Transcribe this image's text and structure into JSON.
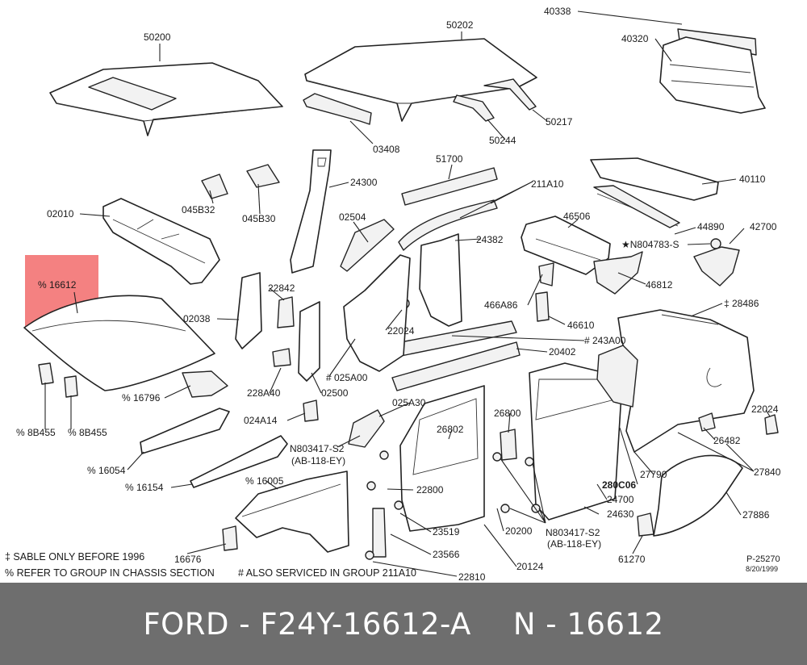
{
  "highlight": {
    "color": "#f26b6b"
  },
  "parts": {
    "p40338": "40338",
    "p40320": "40320",
    "p50200": "50200",
    "p50202": "50202",
    "p03408": "03408",
    "p50244": "50244",
    "p50217": "50217",
    "p51700": "51700",
    "p211A10": "211A10",
    "p40110": "40110",
    "p24300": "24300",
    "p045B32": "045B32",
    "p045B30": "045B30",
    "p02010": "02010",
    "p02504": "02504",
    "p46506": "46506",
    "p44890": "44890",
    "p42700": "42700",
    "pN804783": "★N804783-S",
    "p24382": "24382",
    "p46812": "46812",
    "p16612": "% 16612",
    "p22842": "22842",
    "p466A86": "466A86",
    "p28486": "‡ 28486",
    "p02038": "02038",
    "p22024a": "22024",
    "p46610": "46610",
    "p243A00": "# 243A00",
    "p20402": "20402",
    "p025A00": "# 025A00",
    "p228A40": "228A40",
    "p16796": "% 16796",
    "p02500": "02500",
    "p025A30": "025A30",
    "p26800": "26800",
    "p22024b": "22024",
    "p8B455a": "% 8B455",
    "p8B455b": "% 8B455",
    "p024A14": "024A14",
    "p26802": "26802",
    "p26482": "26482",
    "pN803417a": "N803417-S2",
    "pAB118a": "(AB-118-EY)",
    "p16054": "% 16054",
    "p280C06": "280C06",
    "p27790": "27790",
    "p27840": "27840",
    "p16154": "% 16154",
    "p16005": "% 16005",
    "p22800": "22800",
    "p24700": "24700",
    "p24630": "24630",
    "p27886": "27886",
    "p23519": "23519",
    "p20200": "20200",
    "pN803417b": "N803417-S2",
    "pAB118b": "(AB-118-EY)",
    "p16676": "16676",
    "p23566": "23566",
    "p61270": "61270",
    "p20124": "20124",
    "p22810": "22810"
  },
  "notes": {
    "sable": "‡ SABLE ONLY BEFORE 1996",
    "chassis": "% REFER TO GROUP IN CHASSIS SECTION",
    "also": "# ALSO SERVICED IN GROUP 211A10",
    "fig": "P-25270",
    "date": "8/20/1999"
  },
  "footer": {
    "brand_part": "FORD - F24Y-16612-A",
    "ref": "N - 16612"
  }
}
